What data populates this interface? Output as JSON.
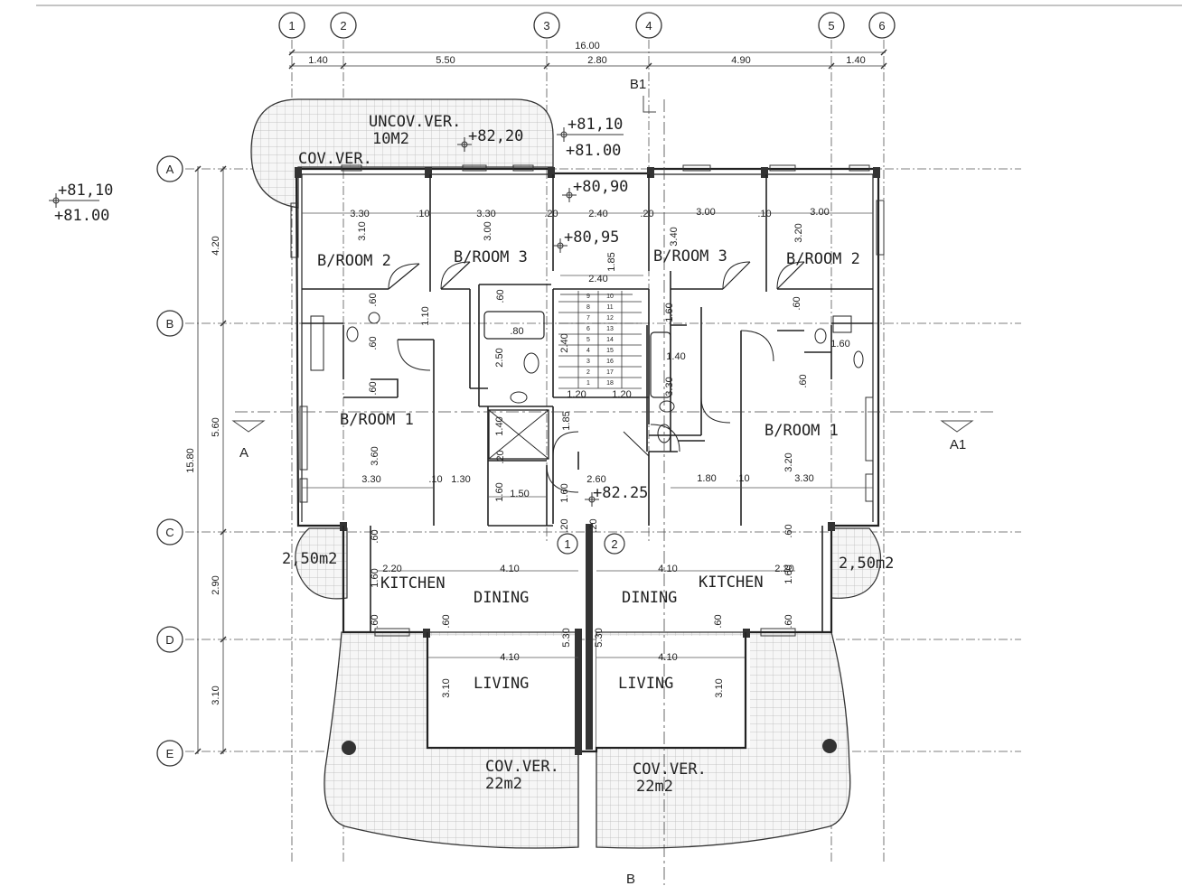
{
  "grid": {
    "columns": [
      "1",
      "2",
      "3",
      "4",
      "5",
      "6"
    ],
    "rows": [
      "A",
      "B",
      "C",
      "D",
      "E"
    ]
  },
  "dims": {
    "top_total": "16.00",
    "top": [
      "1.40",
      "5.50",
      "2.80",
      "4.90",
      "1.40"
    ],
    "left_total": "15.80",
    "left": [
      "4.20",
      "5.60",
      "2.90",
      "3.10"
    ],
    "interior": {
      "a": "3.30",
      "b": ".10",
      "c": "3.30",
      "d": ".10",
      "e": ".20",
      "f": "2.40",
      "g": ".20",
      "h": "3.00",
      "i": ".10",
      "j": "3.00",
      "k": "3.10",
      "l": "3.00",
      "m": "1.85",
      "n": "3.40",
      "o": "3.20",
      "p": "2.40",
      "q": ".60",
      "r": ".60",
      "s": "1.10",
      "t": ".60",
      "u": ".60",
      "v": ".80",
      "w": "2.50",
      "x": "2.40",
      "y": "1.40",
      "z": "3.30",
      "aa": ".60",
      "ab": ".60",
      "ac": "1.20",
      "ad": "1.20",
      "ae": "1.60",
      "af": ".60",
      "ag": ".60",
      "ah": "1.40",
      "ai": "1.85",
      "aj": ".20",
      "ak": "3.60",
      "al": "3.30",
      "am": ".10",
      "an": "1.30",
      "ao": "3.20",
      "ap": "3.30",
      "aq": "1.80",
      "ar": ".10",
      "as": "1.60",
      "at": "1.50",
      "au": ".20",
      "av": "1.60",
      "aw": "2.60",
      "ax": ".20",
      "ay": ".20",
      "az": ".60",
      "ba": ".60",
      "bb": "2.20",
      "bc": "4.10",
      "bd": "4.10",
      "be": "2.20",
      "bf": "1.60",
      "bg": "1.60",
      "bh": ".60",
      "bi": ".60",
      "bj": ".60",
      "bk": ".60",
      "bl": "5.30",
      "bm": "5.30",
      "bn": "4.10",
      "bo": "4.10",
      "bp": "3.10",
      "bq": "3.10"
    }
  },
  "levels": {
    "outer_top": "+81,10",
    "outer_bottom": "+81.00",
    "veranda": "+82,20",
    "stair_top": "+81,10",
    "stair_bottom": "+81.00",
    "landing_1": "+80,90",
    "landing_2": "+80,95",
    "entrance": "+82.25"
  },
  "rooms": {
    "uncov_ver": "UNCOV.VER.",
    "uncov_area": "10M2",
    "cov_ver_top": "COV.VER.",
    "broom2_l": "B/ROOM 2",
    "broom3_l": "B/ROOM 3",
    "broom3_r": "B/ROOM 3",
    "broom2_r": "B/ROOM 2",
    "broom1_l": "B/ROOM 1",
    "broom1_r": "B/ROOM 1",
    "kitchen_l": "KITCHEN",
    "dining_l": "DINING",
    "dining_r": "DINING",
    "kitchen_r": "KITCHEN",
    "living_l": "LIVING",
    "living_r": "LIVING",
    "cov_ver_l": "COV.VER.",
    "cov_area_l": "22m2",
    "cov_ver_r": "COV.VER.",
    "cov_area_r": "22m2",
    "balcony_l": "2,50m2",
    "balcony_r": "2,50m2"
  },
  "sections": {
    "b1": "B1",
    "b": "B",
    "a": "A",
    "a1": "A1"
  },
  "apartments": [
    "1",
    "2"
  ],
  "stairs": {
    "left": [
      "9",
      "8",
      "7",
      "6",
      "5",
      "4",
      "3",
      "2",
      "1"
    ],
    "right": [
      "10",
      "11",
      "12",
      "13",
      "14",
      "15",
      "16",
      "17",
      "18"
    ]
  }
}
